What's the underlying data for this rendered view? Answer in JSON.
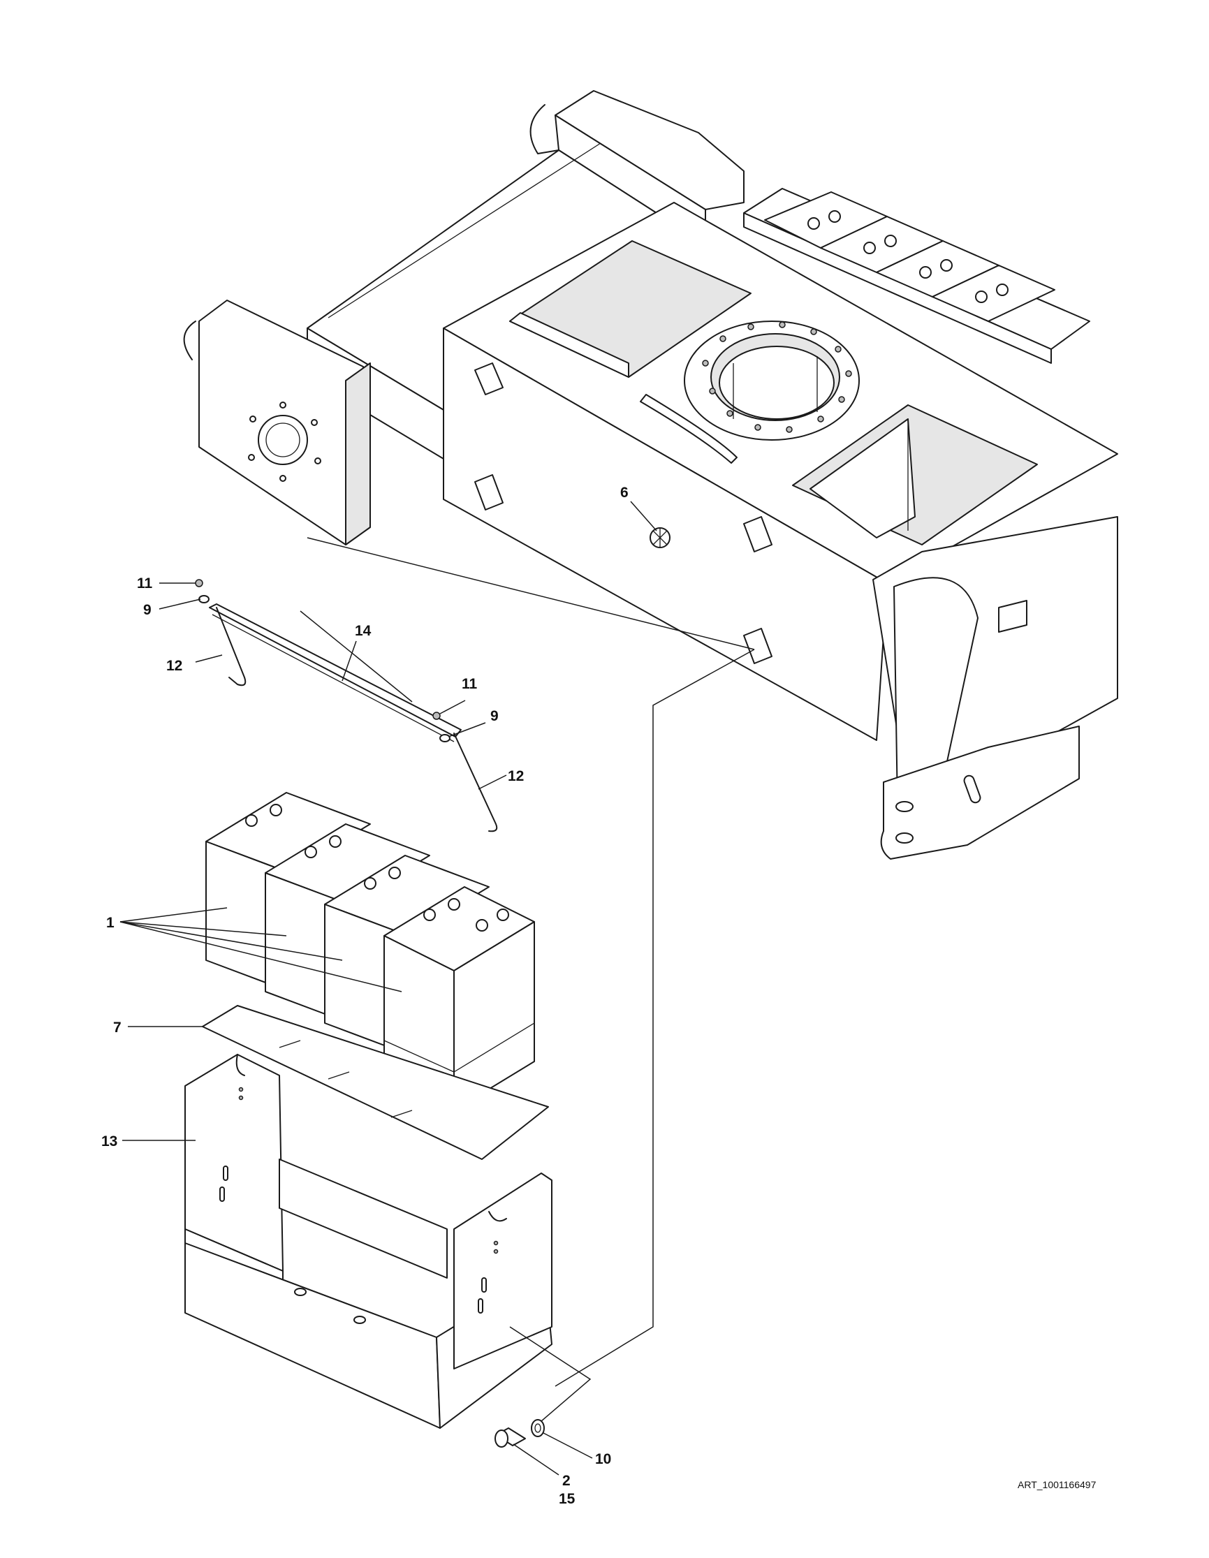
{
  "art_id": "ART_1001166497",
  "callouts": {
    "c1": "1",
    "c2": "2",
    "c6": "6",
    "c7": "7",
    "c9a": "9",
    "c9b": "9",
    "c10": "10",
    "c11a": "11",
    "c11b": "11",
    "c12a": "12",
    "c12b": "12",
    "c13": "13",
    "c14": "14",
    "c15": "15"
  }
}
